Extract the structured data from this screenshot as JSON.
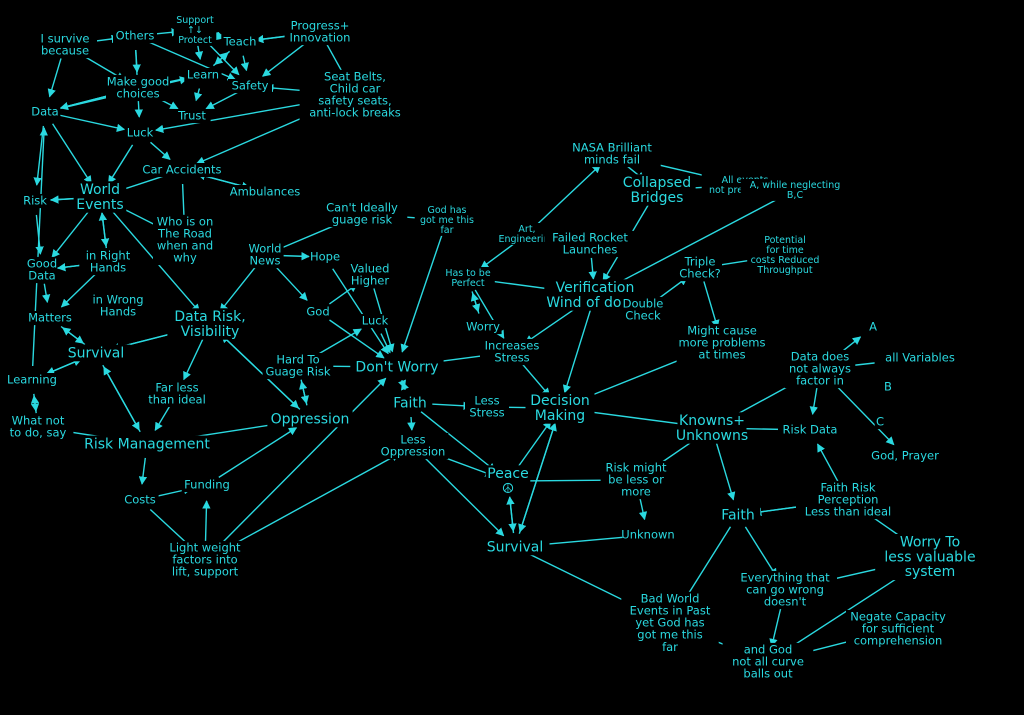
{
  "style": {
    "background": "#000000",
    "ink": "#2ad9e0"
  },
  "nodes": [
    {
      "id": "i_survive",
      "text": "I survive\nbecause"
    },
    {
      "id": "others",
      "text": "Others"
    },
    {
      "id": "support_protect",
      "text": "Support\n↑↓\nProtect"
    },
    {
      "id": "teach",
      "text": "Teach"
    },
    {
      "id": "progress",
      "text": "Progress+\nInnovation"
    },
    {
      "id": "make_good_choices",
      "text": "Make good\nchoices"
    },
    {
      "id": "learn",
      "text": "Learn"
    },
    {
      "id": "safety",
      "text": "Safety"
    },
    {
      "id": "seat_belts",
      "text": "Seat Belts,\nChild car\nsafety seats,\nanti-lock breaks"
    },
    {
      "id": "data",
      "text": "Data"
    },
    {
      "id": "trust",
      "text": "Trust"
    },
    {
      "id": "luck1",
      "text": "Luck"
    },
    {
      "id": "car_accidents",
      "text": "Car Accidents"
    },
    {
      "id": "risk",
      "text": "Risk"
    },
    {
      "id": "world_events",
      "text": "World\nEvents"
    },
    {
      "id": "ambulances",
      "text": "Ambulances"
    },
    {
      "id": "who_on_road",
      "text": "Who is on\nThe Road\nwhen and\nwhy"
    },
    {
      "id": "good_data",
      "text": "Good\nData"
    },
    {
      "id": "in_right_hands",
      "text": "in Right\nHands"
    },
    {
      "id": "world_news",
      "text": "World\nNews"
    },
    {
      "id": "hope",
      "text": "Hope"
    },
    {
      "id": "cant_ideally",
      "text": "Can't Ideally\nguage risk"
    },
    {
      "id": "god_has_got_me",
      "text": "God has\ngot me this\nfar"
    },
    {
      "id": "valued_higher",
      "text": "Valued\nHigher"
    },
    {
      "id": "matters",
      "text": "Matters"
    },
    {
      "id": "in_wrong_hands",
      "text": "in Wrong\nHands"
    },
    {
      "id": "data_risk_visibility",
      "text": "Data Risk,\nVisibility"
    },
    {
      "id": "god1",
      "text": "God"
    },
    {
      "id": "luck2",
      "text": "Luck"
    },
    {
      "id": "survival1",
      "text": "Survival"
    },
    {
      "id": "learning",
      "text": "Learning"
    },
    {
      "id": "hard_to_guage",
      "text": "Hard To\nGuage Risk"
    },
    {
      "id": "dont_worry",
      "text": "Don't Worry"
    },
    {
      "id": "far_less_than_ideal",
      "text": "Far less\nthan ideal"
    },
    {
      "id": "what_not_to_do",
      "text": "What not\nto do, say"
    },
    {
      "id": "faith1",
      "text": "Faith"
    },
    {
      "id": "less_stress",
      "text": "Less\nStress"
    },
    {
      "id": "oppression1",
      "text": "Oppression"
    },
    {
      "id": "risk_management",
      "text": "Risk Management"
    },
    {
      "id": "less_oppression",
      "text": "Less\nOppression"
    },
    {
      "id": "costs",
      "text": "Costs"
    },
    {
      "id": "funding",
      "text": "Funding"
    },
    {
      "id": "lightweight",
      "text": "Light weight\nfactors into\nlift, support"
    },
    {
      "id": "art_engineering",
      "text": "Art,\nEngineering"
    },
    {
      "id": "nasa",
      "text": "NASA Brilliant\nminds fail"
    },
    {
      "id": "collapsed_bridges",
      "text": "Collapsed\nBridges"
    },
    {
      "id": "all_events",
      "text": "All events\nnot predictable"
    },
    {
      "id": "while_neglecting",
      "text": "A, while neglecting\nB,C"
    },
    {
      "id": "has_to_be_perfect",
      "text": "Has to be\nPerfect"
    },
    {
      "id": "failed_rocket",
      "text": "Failed Rocket\nLaunches"
    },
    {
      "id": "verification",
      "text": "Verification\nWind of doom"
    },
    {
      "id": "potential_cost",
      "text": "Potential\nfor time\ncosts Reduced\nThroughput"
    },
    {
      "id": "worry",
      "text": "Worry"
    },
    {
      "id": "increases_stress",
      "text": "Increases\nStress"
    },
    {
      "id": "double_check",
      "text": "Double\nCheck"
    },
    {
      "id": "triple_check",
      "text": "Triple\nCheck?"
    },
    {
      "id": "might_cause",
      "text": "Might cause\nmore problems\nat times"
    },
    {
      "id": "data_does_not",
      "text": "Data does\nnot always\nfactor in"
    },
    {
      "id": "letter_a",
      "text": "A"
    },
    {
      "id": "all_variables",
      "text": "all Variables"
    },
    {
      "id": "letter_b",
      "text": "B"
    },
    {
      "id": "letter_c",
      "text": "C"
    },
    {
      "id": "decision_making",
      "text": "Decision\nMaking"
    },
    {
      "id": "knowns_unknowns",
      "text": "Knowns+\nUnknowns"
    },
    {
      "id": "risk_data",
      "text": "Risk Data"
    },
    {
      "id": "god_prayer",
      "text": "God, Prayer"
    },
    {
      "id": "peace",
      "text": "Peace\n☮"
    },
    {
      "id": "risk_might_be",
      "text": "Risk might\nbe less or\nmore"
    },
    {
      "id": "faith2",
      "text": "Faith"
    },
    {
      "id": "faith_risk_perception",
      "text": "Faith Risk\nPerception\nLess than ideal"
    },
    {
      "id": "unknown",
      "text": "Unknown"
    },
    {
      "id": "survival2",
      "text": "Survival"
    },
    {
      "id": "worry_to_less",
      "text": "Worry To\nless valuable\nsystem"
    },
    {
      "id": "everything_that",
      "text": "Everything that\ncan go wrong\ndoesn't"
    },
    {
      "id": "bad_world_events",
      "text": "Bad World\nEvents in Past\nyet God has\ngot me this\nfar"
    },
    {
      "id": "negate_capacity",
      "text": "Negate Capacity\nfor sufficient\ncomprehension"
    },
    {
      "id": "and_god",
      "text": "and God\nnot all curve\nballs out"
    }
  ],
  "edges": [
    [
      "i_survive",
      "others"
    ],
    [
      "i_survive",
      "data"
    ],
    [
      "i_survive",
      "make_good_choices"
    ],
    [
      "others",
      "support_protect"
    ],
    [
      "others",
      "make_good_choices"
    ],
    [
      "others",
      "safety"
    ],
    [
      "others",
      "luck1"
    ],
    [
      "support_protect",
      "teach"
    ],
    [
      "teach",
      "support_protect"
    ],
    [
      "support_protect",
      "learn"
    ],
    [
      "support_protect",
      "safety"
    ],
    [
      "teach",
      "progress"
    ],
    [
      "progress",
      "teach"
    ],
    [
      "teach",
      "learn"
    ],
    [
      "learn",
      "teach"
    ],
    [
      "teach",
      "safety"
    ],
    [
      "progress",
      "safety"
    ],
    [
      "progress",
      "seat_belts"
    ],
    [
      "seat_belts",
      "safety"
    ],
    [
      "safety",
      "trust"
    ],
    [
      "learn",
      "trust"
    ],
    [
      "make_good_choices",
      "trust"
    ],
    [
      "make_good_choices",
      "data"
    ],
    [
      "data",
      "make_good_choices"
    ],
    [
      "learn",
      "make_good_choices"
    ],
    [
      "data",
      "luck1"
    ],
    [
      "data",
      "world_events"
    ],
    [
      "data",
      "risk"
    ],
    [
      "data",
      "learn"
    ],
    [
      "luck1",
      "car_accidents"
    ],
    [
      "seat_belts",
      "car_accidents"
    ],
    [
      "seat_belts",
      "luck1"
    ],
    [
      "luck1",
      "world_events"
    ],
    [
      "car_accidents",
      "world_events"
    ],
    [
      "car_accidents",
      "ambulances"
    ],
    [
      "ambulances",
      "car_accidents"
    ],
    [
      "car_accidents",
      "who_on_road"
    ],
    [
      "world_events",
      "who_on_road"
    ],
    [
      "risk",
      "world_events"
    ],
    [
      "world_events",
      "risk"
    ],
    [
      "risk",
      "good_data"
    ],
    [
      "world_events",
      "good_data"
    ],
    [
      "world_events",
      "in_right_hands"
    ],
    [
      "in_right_hands",
      "world_events"
    ],
    [
      "world_events",
      "data_risk_visibility"
    ],
    [
      "good_data",
      "in_right_hands"
    ],
    [
      "in_right_hands",
      "good_data"
    ],
    [
      "good_data",
      "matters"
    ],
    [
      "in_right_hands",
      "matters"
    ],
    [
      "matters",
      "survival1"
    ],
    [
      "survival1",
      "matters"
    ],
    [
      "learning",
      "survival1"
    ],
    [
      "survival1",
      "learning"
    ],
    [
      "learning",
      "what_not_to_do"
    ],
    [
      "what_not_to_do",
      "learning"
    ],
    [
      "learning",
      "data"
    ],
    [
      "what_not_to_do",
      "risk_management"
    ],
    [
      "survival1",
      "risk_management"
    ],
    [
      "risk_management",
      "survival1"
    ],
    [
      "data_risk_visibility",
      "survival1"
    ],
    [
      "survival1",
      "data_risk_visibility"
    ],
    [
      "data_risk_visibility",
      "oppression1"
    ],
    [
      "oppression1",
      "data_risk_visibility"
    ],
    [
      "data_risk_visibility",
      "far_less_than_ideal"
    ],
    [
      "far_less_than_ideal",
      "risk_management"
    ],
    [
      "world_news",
      "data_risk_visibility"
    ],
    [
      "world_news",
      "hope"
    ],
    [
      "world_news",
      "god1"
    ],
    [
      "world_news",
      "cant_ideally"
    ],
    [
      "cant_ideally",
      "god_has_got_me"
    ],
    [
      "god_has_got_me",
      "dont_worry"
    ],
    [
      "hope",
      "dont_worry"
    ],
    [
      "god1",
      "valued_higher"
    ],
    [
      "god1",
      "dont_worry"
    ],
    [
      "valued_higher",
      "dont_worry"
    ],
    [
      "luck2",
      "dont_worry"
    ],
    [
      "hard_to_guage",
      "luck2"
    ],
    [
      "hard_to_guage",
      "dont_worry"
    ],
    [
      "hard_to_guage",
      "oppression1"
    ],
    [
      "oppression1",
      "hard_to_guage"
    ],
    [
      "oppression1",
      "risk_management"
    ],
    [
      "risk_management",
      "costs"
    ],
    [
      "costs",
      "funding"
    ],
    [
      "funding",
      "oppression1"
    ],
    [
      "costs",
      "lightweight"
    ],
    [
      "lightweight",
      "funding"
    ],
    [
      "lightweight",
      "dont_worry"
    ],
    [
      "lightweight",
      "less_oppression"
    ],
    [
      "dont_worry",
      "faith1"
    ],
    [
      "faith1",
      "dont_worry"
    ],
    [
      "faith1",
      "less_stress"
    ],
    [
      "faith1",
      "less_oppression"
    ],
    [
      "faith1",
      "peace"
    ],
    [
      "less_stress",
      "decision_making"
    ],
    [
      "dont_worry",
      "increases_stress"
    ],
    [
      "less_oppression",
      "peace"
    ],
    [
      "less_oppression",
      "survival2"
    ],
    [
      "peace",
      "survival2"
    ],
    [
      "survival2",
      "peace"
    ],
    [
      "peace",
      "decision_making"
    ],
    [
      "peace",
      "risk_might_be"
    ],
    [
      "survival2",
      "decision_making"
    ],
    [
      "art_engineering",
      "nasa"
    ],
    [
      "art_engineering",
      "failed_rocket"
    ],
    [
      "art_engineering",
      "has_to_be_perfect"
    ],
    [
      "nasa",
      "collapsed_bridges"
    ],
    [
      "nasa",
      "all_events"
    ],
    [
      "all_events",
      "collapsed_bridges"
    ],
    [
      "collapsed_bridges",
      "verification"
    ],
    [
      "failed_rocket",
      "verification"
    ],
    [
      "has_to_be_perfect",
      "verification"
    ],
    [
      "has_to_be_perfect",
      "worry"
    ],
    [
      "worry",
      "has_to_be_perfect"
    ],
    [
      "has_to_be_perfect",
      "increases_stress"
    ],
    [
      "increases_stress",
      "decision_making"
    ],
    [
      "verification",
      "double_check"
    ],
    [
      "double_check",
      "triple_check"
    ],
    [
      "triple_check",
      "potential_cost"
    ],
    [
      "triple_check",
      "might_cause"
    ],
    [
      "while_neglecting",
      "verification"
    ],
    [
      "all_events",
      "while_neglecting"
    ],
    [
      "verification",
      "increases_stress"
    ],
    [
      "verification",
      "decision_making"
    ],
    [
      "data_does_not",
      "letter_a"
    ],
    [
      "data_does_not",
      "all_variables"
    ],
    [
      "data_does_not",
      "knowns_unknowns"
    ],
    [
      "data_does_not",
      "risk_data"
    ],
    [
      "data_does_not",
      "god_prayer"
    ],
    [
      "knowns_unknowns",
      "decision_making"
    ],
    [
      "risk_data",
      "knowns_unknowns"
    ],
    [
      "knowns_unknowns",
      "risk_might_be"
    ],
    [
      "knowns_unknowns",
      "faith2"
    ],
    [
      "risk_might_be",
      "unknown"
    ],
    [
      "unknown",
      "survival2"
    ],
    [
      "faith2",
      "faith_risk_perception"
    ],
    [
      "faith_risk_perception",
      "faith2"
    ],
    [
      "faith2",
      "everything_that"
    ],
    [
      "faith2",
      "bad_world_events"
    ],
    [
      "faith_risk_perception",
      "risk_data"
    ],
    [
      "faith_risk_perception",
      "worry_to_less"
    ],
    [
      "survival2",
      "bad_world_events"
    ],
    [
      "bad_world_events",
      "and_god"
    ],
    [
      "everything_that",
      "and_god"
    ],
    [
      "and_god",
      "negate_capacity"
    ],
    [
      "and_god",
      "worry_to_less"
    ],
    [
      "everything_that",
      "worry_to_less"
    ],
    [
      "might_cause",
      "decision_making"
    ],
    [
      "decision_making",
      "survival2"
    ]
  ]
}
